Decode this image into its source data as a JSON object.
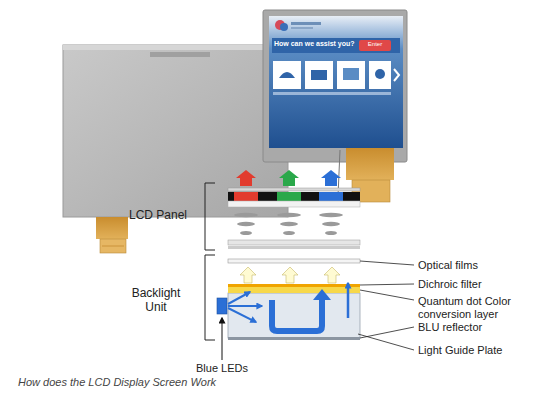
{
  "diagram": {
    "caption": "How does the LCD Display Screen Work",
    "labels": [
      "How can we assist you?",
      "Enter",
      "LCD Panel",
      "Backlight Unit",
      "Optical films",
      "Dichroic filter",
      "Quantum dot Color conversion layer",
      "BLU reflector",
      "Light Guide Plate",
      "Blue LEDs"
    ]
  }
}
